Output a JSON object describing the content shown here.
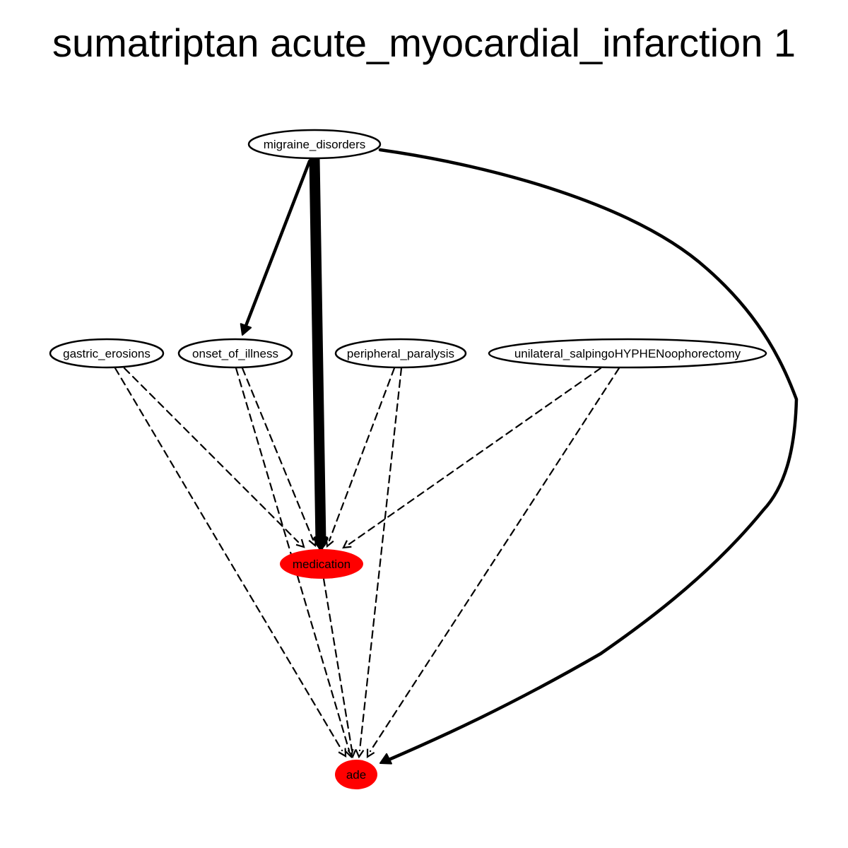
{
  "title": "sumatriptan acute_myocardial_infarction 1",
  "colors": {
    "highlight": "#ff0000",
    "default_node_fill": "#ffffff",
    "stroke": "#000000"
  },
  "nodes": {
    "migraine_disorders": {
      "label": "migraine_disorders",
      "highlighted": false
    },
    "gastric_erosions": {
      "label": "gastric_erosions",
      "highlighted": false
    },
    "onset_of_illness": {
      "label": "onset_of_illness",
      "highlighted": false
    },
    "peripheral_paralysis": {
      "label": "peripheral_paralysis",
      "highlighted": false
    },
    "unilateral_salpingoHYPHENoophorectomy": {
      "label": "unilateral_salpingoHYPHENoophorectomy",
      "highlighted": false
    },
    "medication": {
      "label": "medication",
      "highlighted": true
    },
    "ade": {
      "label": "ade",
      "highlighted": true
    }
  },
  "edges": [
    {
      "from": "migraine_disorders",
      "to": "medication",
      "style": "solid",
      "weight": "heavy"
    },
    {
      "from": "migraine_disorders",
      "to": "onset_of_illness",
      "style": "solid",
      "weight": "medium"
    },
    {
      "from": "migraine_disorders",
      "to": "ade",
      "style": "solid",
      "weight": "medium"
    },
    {
      "from": "gastric_erosions",
      "to": "medication",
      "style": "dashed",
      "weight": "light"
    },
    {
      "from": "gastric_erosions",
      "to": "ade",
      "style": "dashed",
      "weight": "light"
    },
    {
      "from": "onset_of_illness",
      "to": "medication",
      "style": "dashed",
      "weight": "light"
    },
    {
      "from": "onset_of_illness",
      "to": "ade",
      "style": "dashed",
      "weight": "light"
    },
    {
      "from": "peripheral_paralysis",
      "to": "medication",
      "style": "dashed",
      "weight": "light"
    },
    {
      "from": "peripheral_paralysis",
      "to": "ade",
      "style": "dashed",
      "weight": "light"
    },
    {
      "from": "unilateral_salpingoHYPHENoophorectomy",
      "to": "medication",
      "style": "dashed",
      "weight": "light"
    },
    {
      "from": "unilateral_salpingoHYPHENoophorectomy",
      "to": "ade",
      "style": "dashed",
      "weight": "light"
    },
    {
      "from": "medication",
      "to": "ade",
      "style": "dashed",
      "weight": "light"
    }
  ]
}
